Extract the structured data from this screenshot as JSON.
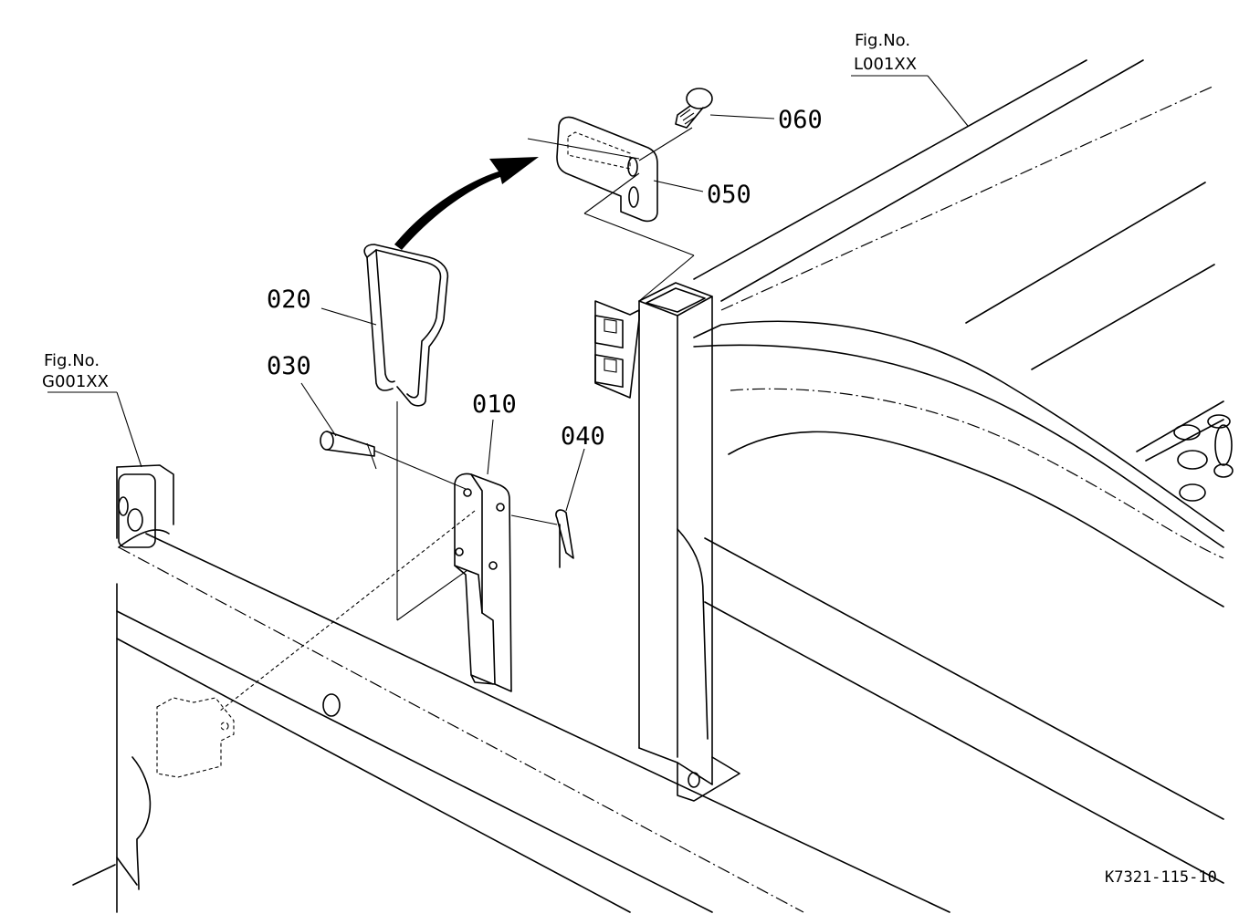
{
  "callouts": [
    {
      "id": "010",
      "label": "010"
    },
    {
      "id": "020",
      "label": "020"
    },
    {
      "id": "030",
      "label": "030"
    },
    {
      "id": "040",
      "label": "040"
    },
    {
      "id": "050",
      "label": "050"
    },
    {
      "id": "060",
      "label": "060"
    }
  ],
  "references": {
    "left": {
      "title": "Fig.No.",
      "code": "G001XX"
    },
    "right": {
      "title": "Fig.No.",
      "code": "L001XX"
    }
  },
  "figure_code": "K7321-115-10"
}
